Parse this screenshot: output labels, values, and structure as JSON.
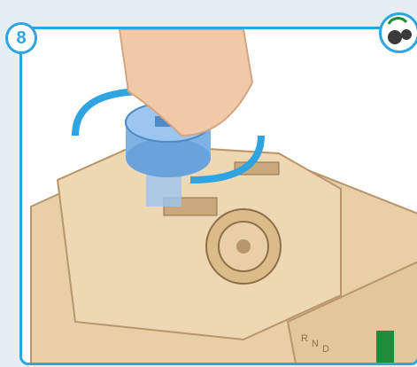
{
  "step": {
    "number": "8"
  },
  "icons": {
    "step_badge": "step-number-badge",
    "settings": "gears-icon",
    "rotation": "rotate-arrows-icon"
  },
  "illustration": {
    "engraved_letters": [
      "R",
      "N",
      "D"
    ]
  },
  "colors": {
    "accent_blue": "#2fa4e0",
    "wood": "#e8cfa6",
    "wood_dark": "#b8956a",
    "hand": "#f0c9a8",
    "knob": "#7fb3e6",
    "gear_dark": "#3a3a3a",
    "gear_green": "#1e8c3a"
  }
}
